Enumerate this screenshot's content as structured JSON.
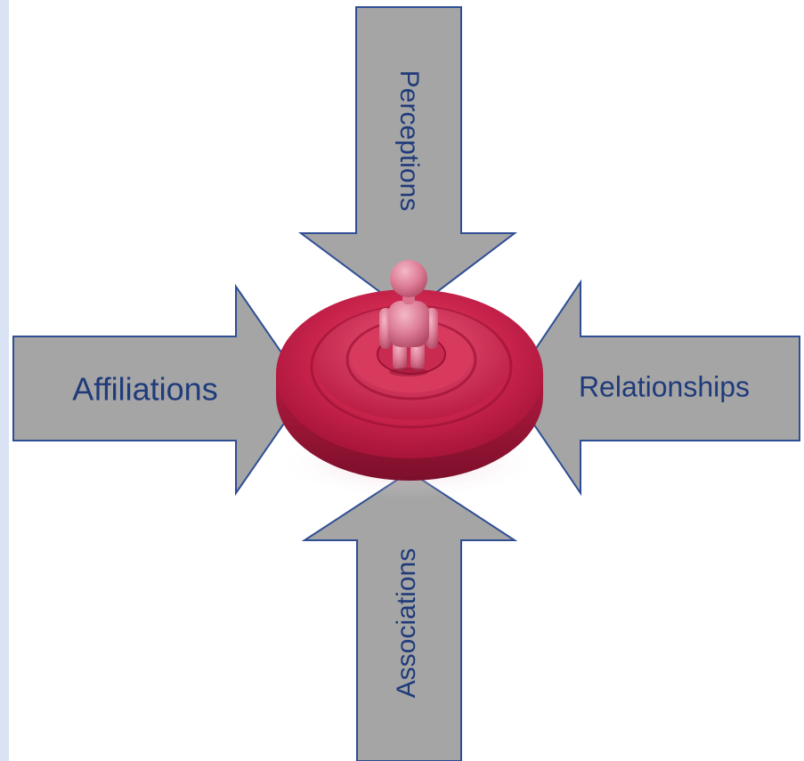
{
  "diagram": {
    "labels": {
      "top": "Perceptions",
      "left": "Affiliations",
      "right": "Relationships",
      "bottom": "Associations"
    },
    "colors": {
      "arrow_fill": "#a5a5a5",
      "arrow_stroke": "#2f4e94",
      "label_text": "#1f3b7a",
      "target_red": "#c5204a",
      "figure_pink": "#d9738e",
      "side_strip": "#d9e3f3"
    },
    "center_icon": "person-on-target-icon"
  }
}
